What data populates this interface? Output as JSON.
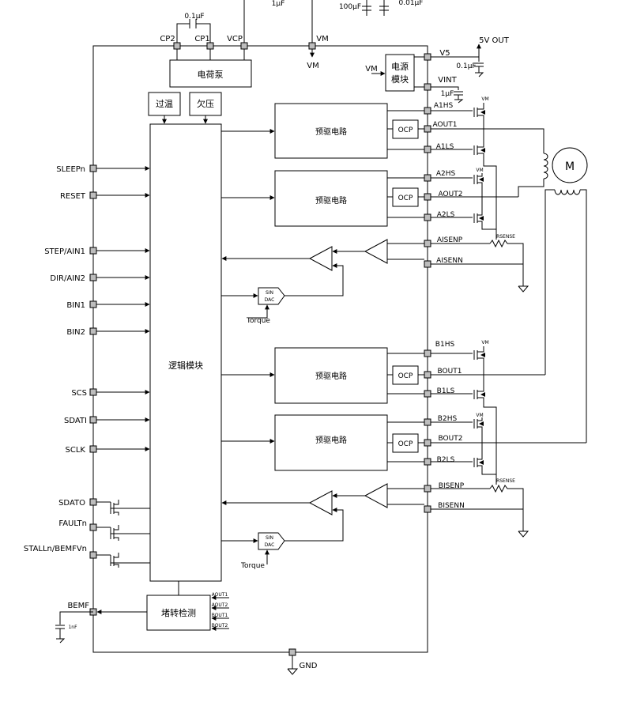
{
  "top": {
    "cap_cp": "0.1μF",
    "cap_vm1": "1μF",
    "cap_vm2": "100μF",
    "cap_vm3": "0.01μF",
    "cp2": "CP2",
    "cp1": "CP1",
    "vcp": "VCP",
    "vm_pin": "VM",
    "vm_label": "VM",
    "charge_pump": "电荷泵"
  },
  "power": {
    "out_5v": "5V OUT",
    "v5": "V5",
    "cap_v5": "0.1μF",
    "vm_in": "VM",
    "module_l1": "电源",
    "module_l2": "模块",
    "vint": "VINT",
    "cap_vint": "1μF"
  },
  "protect": {
    "over_temp": "过温",
    "under_volt": "欠压"
  },
  "left_pins": [
    "SLEEPn",
    "RESET",
    "STEP/AIN1",
    "DIR/AIN2",
    "BIN1",
    "BIN2",
    "SCS",
    "SDATI",
    "SCLK",
    "SDATO",
    "FAULTn",
    "STALLn/BEMFVn",
    "BEMF"
  ],
  "logic": "逻辑模块",
  "predrive": [
    "预驱电路",
    "预驱电路",
    "预驱电路",
    "预驱电路"
  ],
  "ocp": "OCP",
  "right_pins": {
    "a1hs": "A1HS",
    "aout1": "AOUT1",
    "a1ls": "A1LS",
    "a2hs": "A2HS",
    "aout2": "AOUT2",
    "a2ls": "A2LS",
    "aisenp": "AISENP",
    "aisenn": "AISENN",
    "b1hs": "B1HS",
    "bout1": "BOUT1",
    "b1ls": "B1LS",
    "b2hs": "B2HS",
    "bout2": "BOUT2",
    "b2ls": "B2LS",
    "bisenp": "BISENP",
    "bisenn": "BISENN"
  },
  "vm_small": "VM",
  "rsense": "RSENSE",
  "motor": "M",
  "dac_l1": "SIN",
  "dac_l2": "DAC",
  "torque": "Torque",
  "stall": {
    "label": "堵转检测",
    "inputs": [
      "AOUT1",
      "AOUT2",
      "BOUT1",
      "BOUT2"
    ],
    "cap": "1nF"
  },
  "gnd": "GND"
}
